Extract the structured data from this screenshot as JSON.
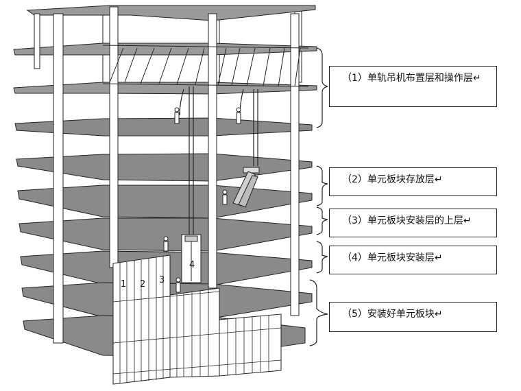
{
  "labels": [
    {
      "text": "（1）单轨吊机布置层和操作层↵"
    },
    {
      "text": "（2）单元板块存放层↵"
    },
    {
      "text": "（3）单元板块安装层的上层↵"
    },
    {
      "text": "（4）单元板块安装层↵"
    },
    {
      "text": "（5）安装好单元板块↵"
    }
  ],
  "panel_markers": [
    "1",
    "2",
    "3",
    "4"
  ],
  "colors": {
    "slab": "#8a8a8a",
    "slab_edge": "#cfcfcf",
    "column": "#ffffff",
    "line": "#222222"
  }
}
